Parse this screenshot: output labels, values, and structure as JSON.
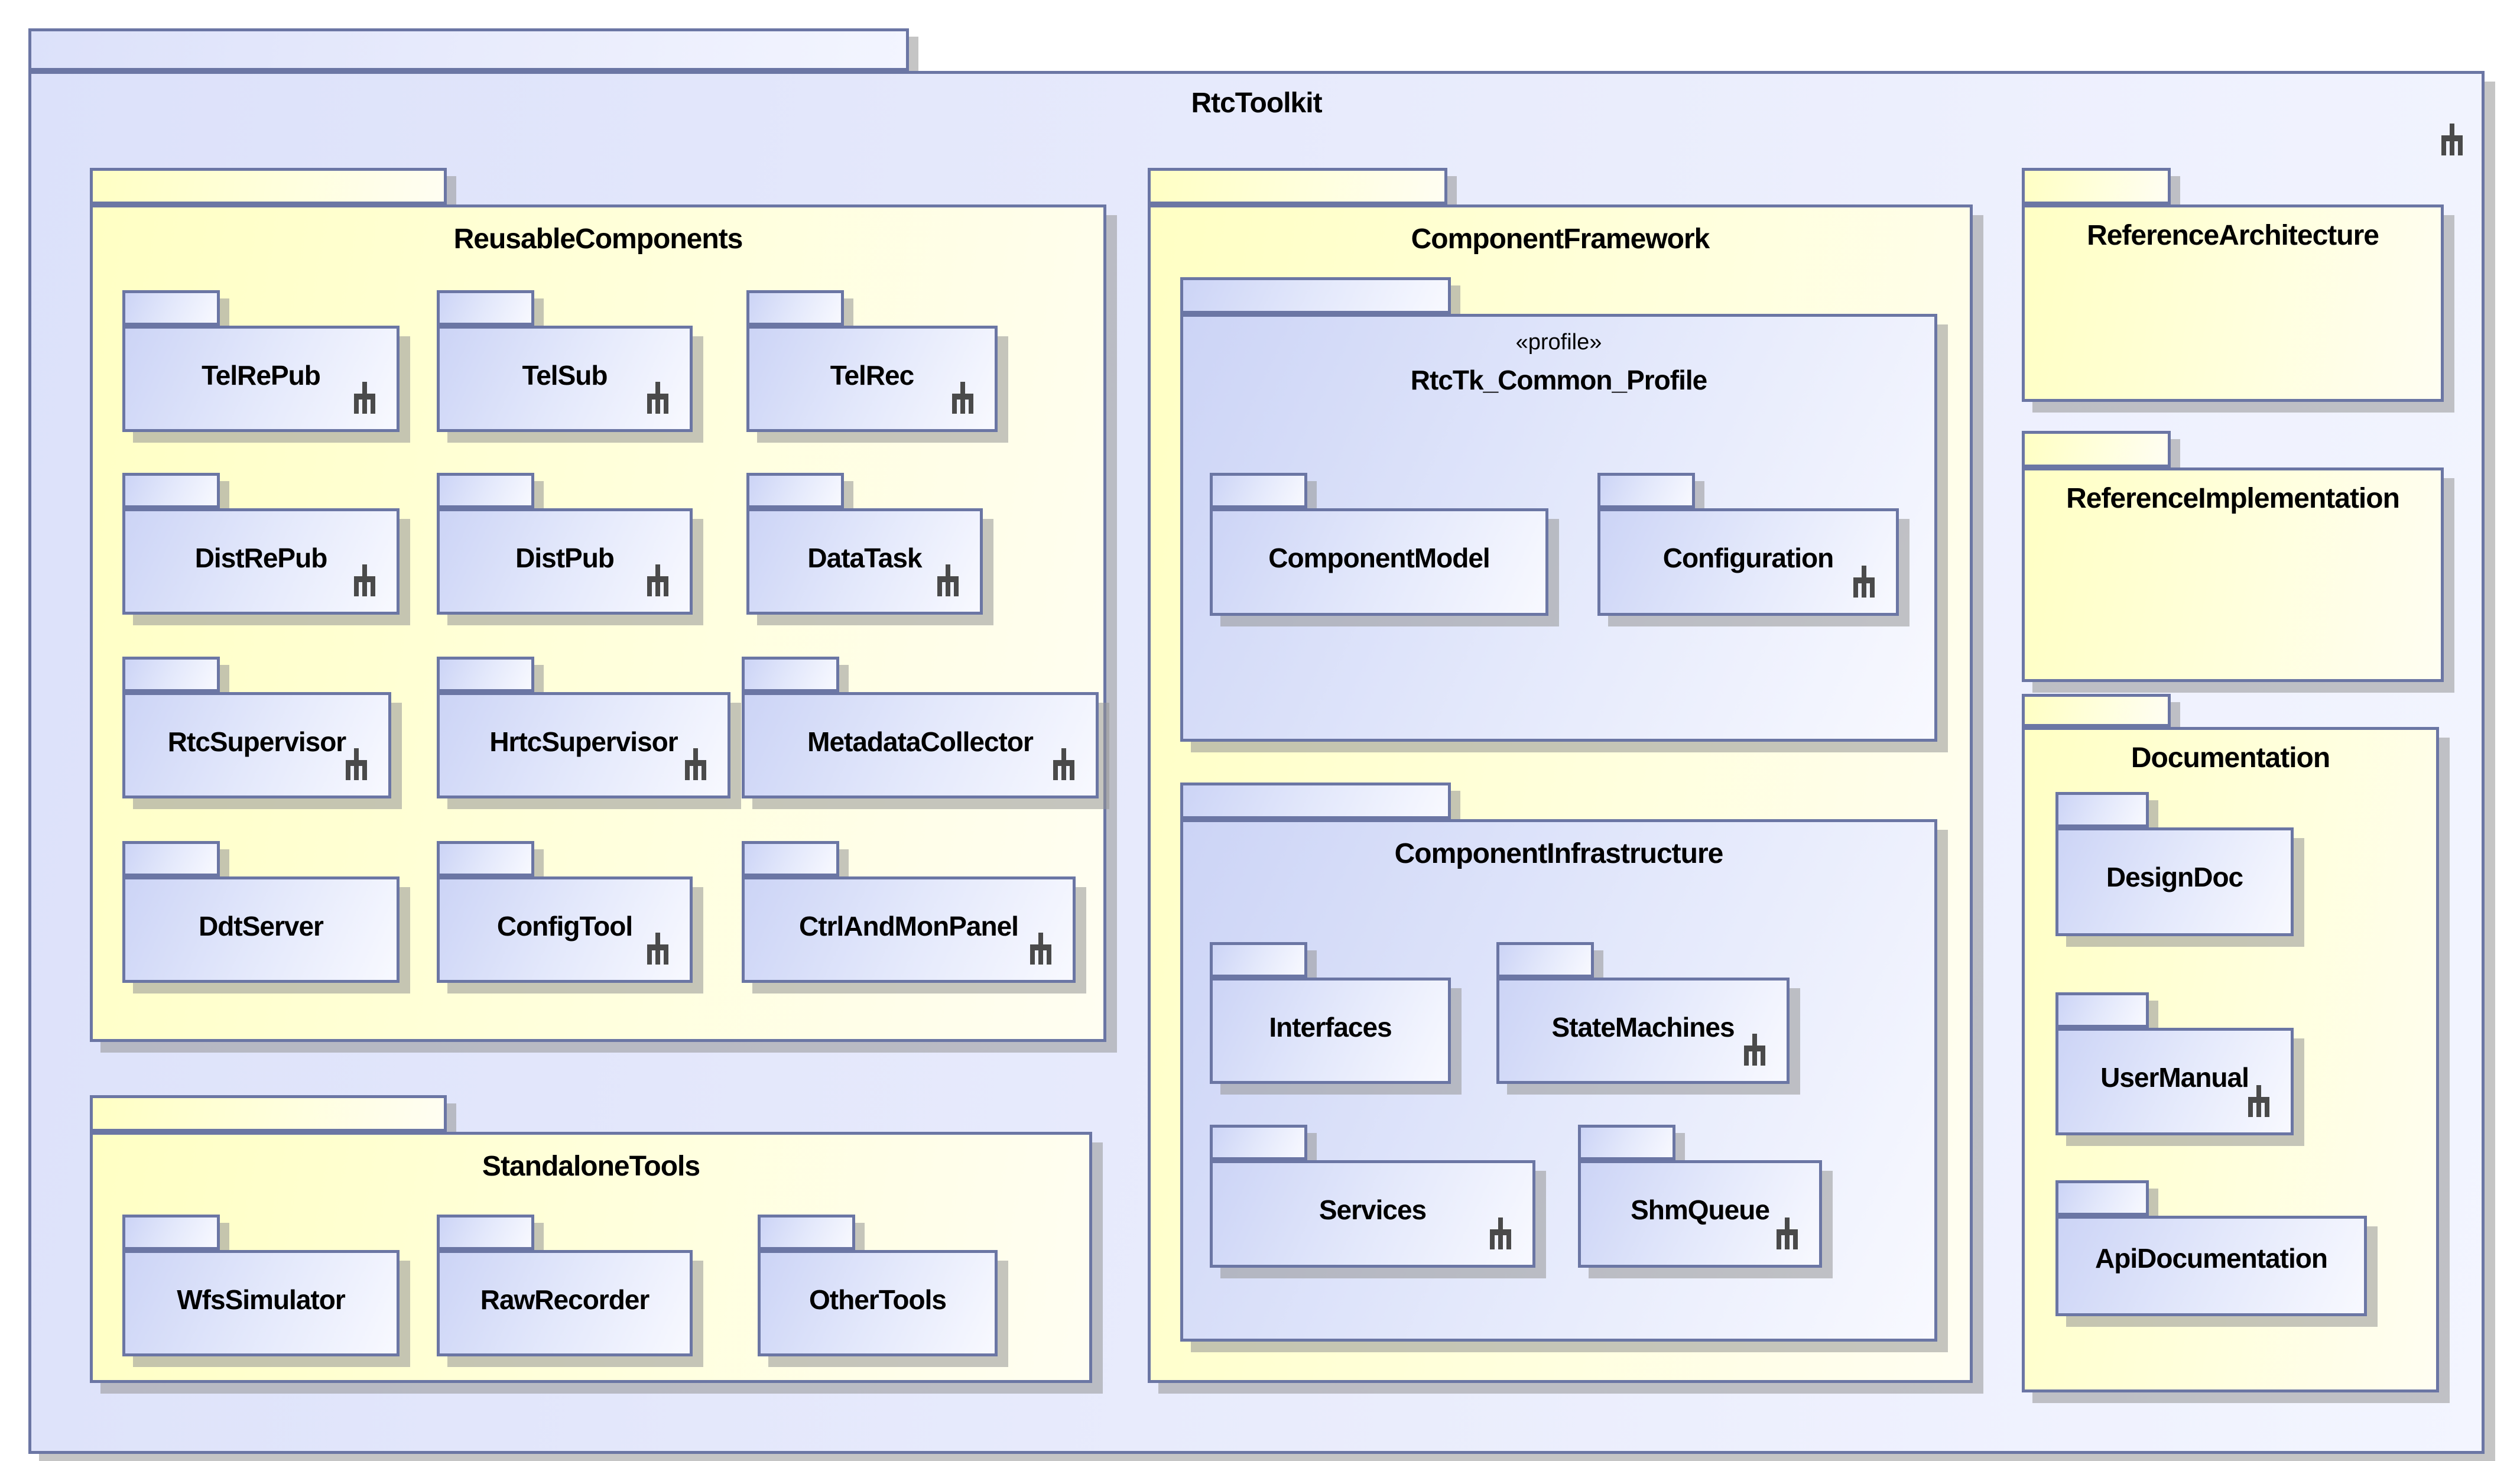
{
  "colors": {
    "border": "#6b76a4",
    "root_fill": "#dce1fa",
    "group_fill": "#ffffc4",
    "leaf_fill": "#ccd4f6",
    "shadow": "#969696",
    "icon": "#4a4a4a",
    "text": "#000000",
    "page_background": "#ffffff"
  },
  "root": {
    "label": "RtcToolkit"
  },
  "groups": {
    "reusable_components": {
      "label": "ReusableComponents"
    },
    "standalone_tools": {
      "label": "StandaloneTools"
    },
    "component_framework": {
      "label": "ComponentFramework"
    },
    "rtctk_common_profile": {
      "stereotype": "«profile»",
      "label": "RtcTk_Common_Profile"
    },
    "component_infrastructure": {
      "label": "ComponentInfrastructure"
    },
    "reference_architecture": {
      "label": "ReferenceArchitecture"
    },
    "reference_implementation": {
      "label": "ReferenceImplementation"
    },
    "documentation": {
      "label": "Documentation"
    }
  },
  "packages": {
    "telrepub": {
      "label": "TelRePub",
      "has_diagram_icon": true
    },
    "telsub": {
      "label": "TelSub",
      "has_diagram_icon": true
    },
    "telrec": {
      "label": "TelRec",
      "has_diagram_icon": true
    },
    "distrepub": {
      "label": "DistRePub",
      "has_diagram_icon": true
    },
    "distpub": {
      "label": "DistPub",
      "has_diagram_icon": true
    },
    "datatask": {
      "label": "DataTask",
      "has_diagram_icon": true
    },
    "rtcsupervisor": {
      "label": "RtcSupervisor",
      "has_diagram_icon": true
    },
    "hrtcsupervisor": {
      "label": "HrtcSupervisor",
      "has_diagram_icon": true
    },
    "metadatacollector": {
      "label": "MetadataCollector",
      "has_diagram_icon": true
    },
    "ddtserver": {
      "label": "DdtServer",
      "has_diagram_icon": false
    },
    "configtool": {
      "label": "ConfigTool",
      "has_diagram_icon": true
    },
    "ctrlandmonpanel": {
      "label": "CtrlAndMonPanel",
      "has_diagram_icon": true
    },
    "wfssimulator": {
      "label": "WfsSimulator",
      "has_diagram_icon": false
    },
    "rawrecorder": {
      "label": "RawRecorder",
      "has_diagram_icon": false
    },
    "othertools": {
      "label": "OtherTools",
      "has_diagram_icon": false
    },
    "componentmodel": {
      "label": "ComponentModel",
      "has_diagram_icon": false
    },
    "configuration": {
      "label": "Configuration",
      "has_diagram_icon": true
    },
    "interfaces": {
      "label": "Interfaces",
      "has_diagram_icon": false
    },
    "statemachines": {
      "label": "StateMachines",
      "has_diagram_icon": true
    },
    "services": {
      "label": "Services",
      "has_diagram_icon": true
    },
    "shmqueue": {
      "label": "ShmQueue",
      "has_diagram_icon": true
    },
    "designdoc": {
      "label": "DesignDoc",
      "has_diagram_icon": false
    },
    "usermanual": {
      "label": "UserManual",
      "has_diagram_icon": true
    },
    "apidocumentation": {
      "label": "ApiDocumentation",
      "has_diagram_icon": false
    }
  }
}
